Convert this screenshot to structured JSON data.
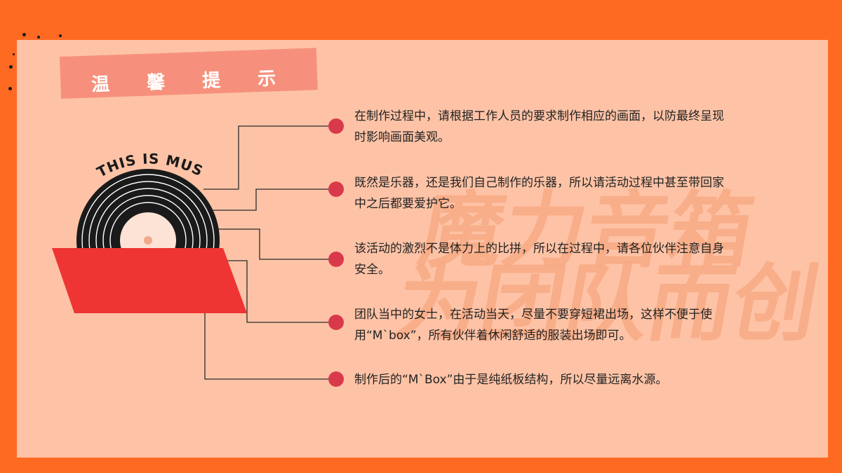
{
  "title": "温  馨  提  示",
  "record_label": "THIS IS MUSIC",
  "watermark": {
    "line1": "魔力音箱",
    "line2": "为团队而创"
  },
  "tips": [
    {
      "text": "在制作过程中，请根据工作人员的要求制作相应的画面，以防最终呈现时影响画面美观。"
    },
    {
      "text": "既然是乐器，还是我们自己制作的乐器，所以请活动过程中甚至带回家中之后都要爱护它。"
    },
    {
      "text": "该活动的激烈不是体力上的比拼，所以在过程中，请各位伙伴注意自身安全。"
    },
    {
      "text": "团队当中的女士，在活动当天，尽量不要穿短裙出场，这样不便于使用“M`box”，所有伙伴着休闲舒适的服装出场即可。"
    },
    {
      "text": "制作后的“M`Box”由于是纯纸板结构，所以尽量远离水源。"
    }
  ],
  "colors": {
    "frame": "#FF6A22",
    "panel": "#FEC3A6",
    "title_bar": "#F6907C",
    "bullet": "#D93A4B",
    "ribbon": "#EE3533"
  }
}
